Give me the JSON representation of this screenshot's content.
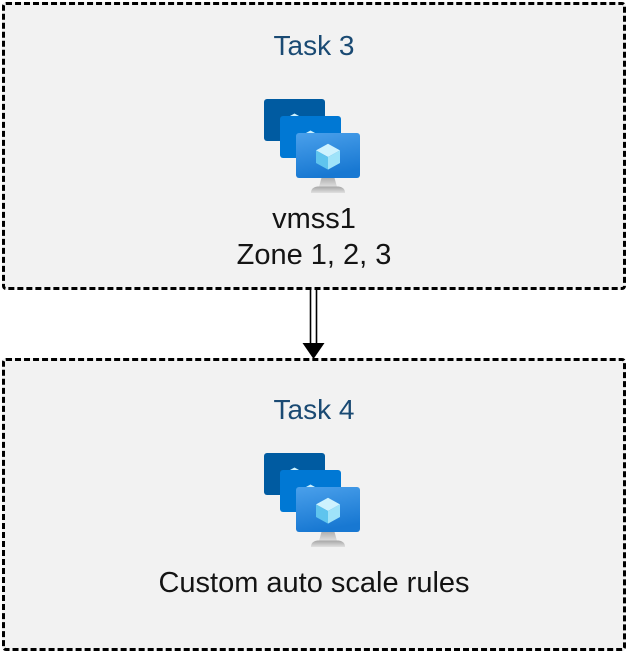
{
  "boxes": [
    {
      "title": "Task 3",
      "icon": "vm-scale-set-icon",
      "lines": [
        "vmss1",
        "Zone 1, 2, 3"
      ]
    },
    {
      "title": "Task 4",
      "icon": "vm-scale-set-icon",
      "lines": [
        "Custom auto scale rules"
      ]
    }
  ],
  "arrow": {
    "direction": "down",
    "style": "double-line",
    "color": "#000000"
  },
  "colors": {
    "title_text": "#1a4a73",
    "body_text": "#141414",
    "box_background": "#f2f2f2",
    "box_border": "#000000",
    "page_background": "#ffffff",
    "screen_back": "#005ba1",
    "screen_middle": "#0078d4",
    "screen_front_top": "#4aa0eb",
    "screen_front_bottom": "#1878d2",
    "cube_top": "#cef2fe",
    "cube_left": "#5fc4ee",
    "cube_right": "#9fe3f9",
    "stand_dark": "#a6a6a6",
    "stand_light": "#e0e0e0"
  }
}
